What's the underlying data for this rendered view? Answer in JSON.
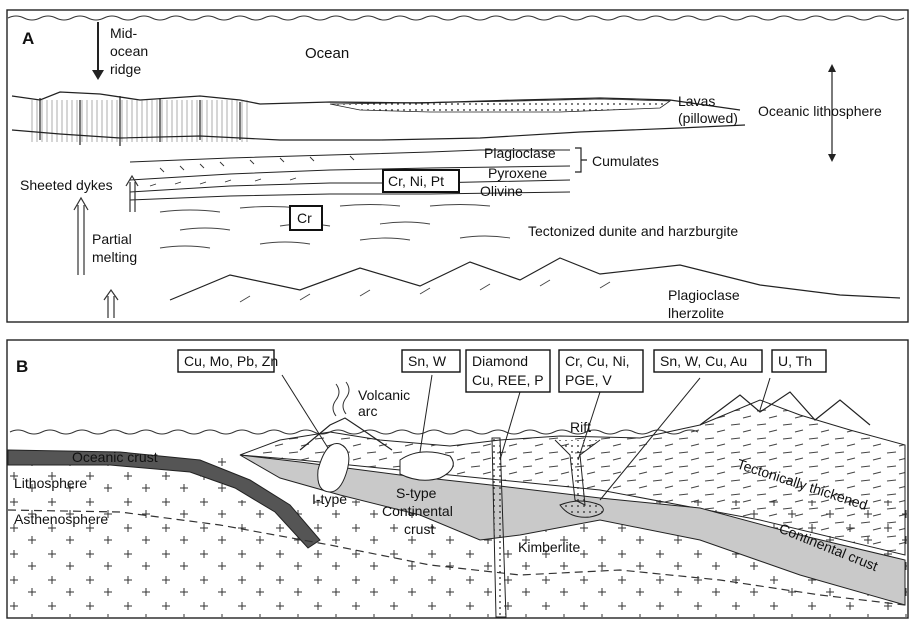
{
  "panel_a": {
    "letter": "A",
    "labels": {
      "ridge_1": "Mid-",
      "ridge_2": "ocean",
      "ridge_3": "ridge",
      "ocean": "Ocean",
      "lavas_1": "Lavas",
      "lavas_2": "(pillowed)",
      "lith": "Oceanic lithosphere",
      "plag": "Plagioclase",
      "cumulates": "Cumulates",
      "pyrox": "Pyroxene",
      "olivine": "Olivine",
      "dykes": "Sheeted dykes",
      "partial_1": "Partial",
      "partial_2": "melting",
      "tect": "Tectonized dunite and harzburgite",
      "plag_l_1": "Plagioclase",
      "plag_l_2": "lherzolite"
    },
    "boxes": {
      "crnipt": "Cr, Ni, Pt",
      "cr": "Cr"
    }
  },
  "panel_b": {
    "letter": "B",
    "boxes": {
      "b1": "Cu, Mo, Pb, Zn",
      "b2": "Sn, W",
      "b3_1": "Diamond",
      "b3_2": "Cu, REE, P",
      "b4_1": "Cr, Cu, Ni,",
      "b4_2": "PGE, V",
      "b5": "Sn, W, Cu, Au",
      "b6": "U, Th"
    },
    "labels": {
      "volc_1": "Volcanic",
      "volc_2": "arc",
      "rift": "Rift",
      "oceanic": "Oceanic crust",
      "lith": "Lithosphere",
      "asth": "Asthenosphere",
      "itype": "I-type",
      "stype": "S-type",
      "cont_1": "Continental",
      "cont_2": "crust",
      "kimb": "Kimberlite",
      "tect": "Tectonically thickened",
      "contcrust": "Continental crust"
    }
  }
}
